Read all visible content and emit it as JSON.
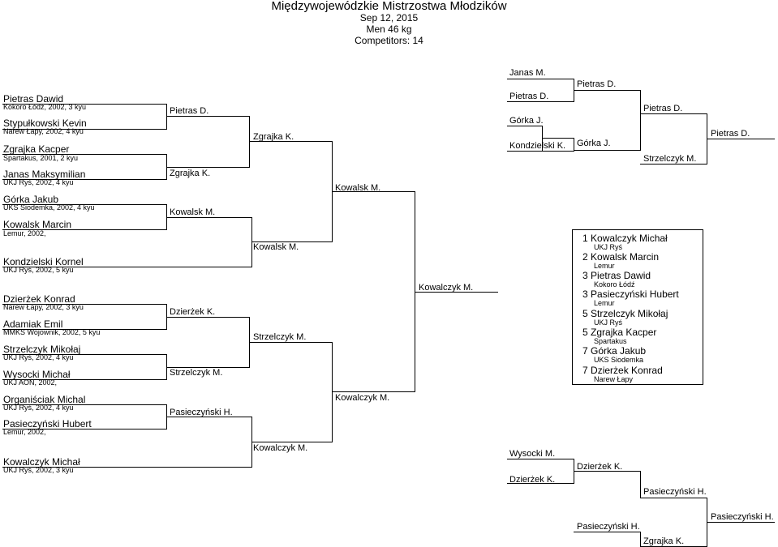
{
  "header": {
    "title": "Międzywojewódzkie Mistrzostwa Młodzików",
    "date": "Sep 12, 2015",
    "category": "Men 46 kg",
    "competitors": "Competitors: 14"
  },
  "competitors": [
    {
      "name": "Pietras Dawid",
      "info": "Kokoro Łódź, 2002, 3 kyu"
    },
    {
      "name": "Stypułkowski Kevin",
      "info": "Narew Łapy, 2002, 4 kyu"
    },
    {
      "name": "Zgrajka Kacper",
      "info": "Spartakus, 2001, 2 kyu"
    },
    {
      "name": "Janas Maksymilian",
      "info": "UKJ Ryś, 2002, 4 kyu"
    },
    {
      "name": "Górka Jakub",
      "info": "UKS Siodemka, 2002, 4 kyu"
    },
    {
      "name": "Kowalsk Marcin",
      "info": "Lemur, 2002,"
    },
    {
      "name": "Kondzielski Kornel",
      "info": "UKJ Ryś, 2002, 5 kyu"
    },
    {
      "name": "Dzierżek Konrad",
      "info": "Narew Łapy, 2002, 3 kyu"
    },
    {
      "name": "Adamiak Emil",
      "info": "MMKS Wojownik, 2002, 5 kyu"
    },
    {
      "name": "Strzelczyk Mikołaj",
      "info": "UKJ Ryś, 2002, 4 kyu"
    },
    {
      "name": "Wysocki Michał",
      "info": "UKJ AON, 2002,"
    },
    {
      "name": "Organiściak Michal",
      "info": "UKJ Ryś, 2002, 4 kyu"
    },
    {
      "name": "Pasieczyński Hubert",
      "info": "Lemur, 2002,"
    },
    {
      "name": "Kowalczyk Michał",
      "info": "UKJ Ryś, 2002, 3 kyu"
    }
  ],
  "round1": [
    "Pietras D.",
    "Zgrajka K.",
    "Kowalsk M.",
    "Dzierżek K.",
    "Strzelczyk M.",
    "Pasieczyński H."
  ],
  "round2": [
    "Zgrajka K.",
    "Kowalsk M.",
    "Strzelczyk M.",
    "Kowalczyk M."
  ],
  "round3": [
    "Kowalsk M.",
    "Kowalczyk M."
  ],
  "final": "Kowalczyk M.",
  "repechage_top": {
    "a": "Janas M.",
    "b": "Pietras D.",
    "c": "Górka J.",
    "d": "Kondzielski K.",
    "e": "Pietras D.",
    "f": "Górka J.",
    "g": "Pietras D.",
    "h": "Strzelczyk M.",
    "i": "Pietras D."
  },
  "repechage_bottom": {
    "a": "Wysocki M.",
    "b": "Dzierżek K.",
    "c": "Dzierżek K.",
    "d": "Pasieczyński H.",
    "e": "Pasieczyński H.",
    "f": "Pasieczyński H.",
    "g": "Zgrajka K."
  },
  "results": [
    {
      "place": "1",
      "name": "Kowalczyk Michał",
      "club": "UKJ Ryś"
    },
    {
      "place": "2",
      "name": "Kowalsk Marcin",
      "club": "Lemur"
    },
    {
      "place": "3",
      "name": "Pietras Dawid",
      "club": "Kokoro Łódź"
    },
    {
      "place": "3",
      "name": "Pasieczyński Hubert",
      "club": "Lemur"
    },
    {
      "place": "5",
      "name": "Strzelczyk Mikołaj",
      "club": "UKJ Ryś"
    },
    {
      "place": "5",
      "name": "Zgrajka Kacper",
      "club": "Spartakus"
    },
    {
      "place": "7",
      "name": "Górka Jakub",
      "club": "UKS Siodemka"
    },
    {
      "place": "7",
      "name": "Dzierżek Konrad",
      "club": "Narew Łapy"
    }
  ]
}
